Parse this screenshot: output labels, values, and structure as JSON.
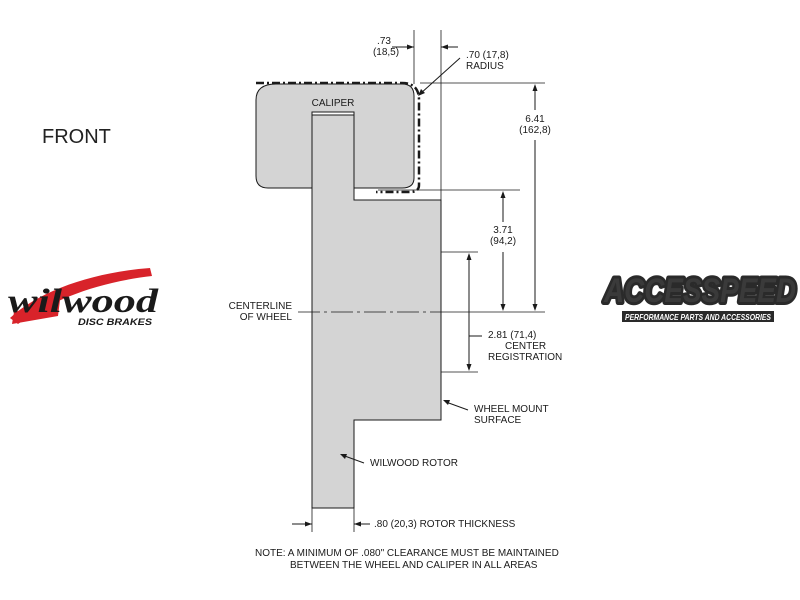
{
  "view_label": "FRONT",
  "caliper_label": "CALIPER",
  "dimensions": {
    "clearance_top": {
      "line1": ".73",
      "line2": "(18,5)"
    },
    "radius": {
      "line1": ".70 (17,8)",
      "line2": "RADIUS"
    },
    "overall_height": {
      "line1": "6.41",
      "line2": "(162,8)"
    },
    "mount_to_top": {
      "line1": "3.71",
      "line2": "(94,2)"
    },
    "center_registration": {
      "line1": "2.81 (71,4)",
      "line2": "CENTER",
      "line3": "REGISTRATION"
    },
    "rotor_thickness": ".80 (20,3) ROTOR THICKNESS"
  },
  "callouts": {
    "centerline": {
      "line1": "CENTERLINE",
      "line2": "OF WHEEL"
    },
    "wheel_mount": {
      "line1": "WHEEL MOUNT",
      "line2": "SURFACE"
    },
    "rotor": "WILWOOD ROTOR"
  },
  "note": {
    "line1": "NOTE: A MINIMUM OF .080\" CLEARANCE MUST BE MAINTAINED",
    "line2": "BETWEEN THE WHEEL AND CALIPER IN ALL AREAS"
  },
  "logos": {
    "wilwood": {
      "main": "wilwood",
      "sub": "DISC BRAKES"
    },
    "accespeed": {
      "main": "ACCESSPEED",
      "sub": "PERFORMANCE PARTS AND ACCESSORIES"
    }
  },
  "colors": {
    "part_fill": "#d4d4d4",
    "line": "#1a1a1a",
    "wilwood_red": "#d8232a",
    "accespeed_dark": "#2a2a2a"
  }
}
